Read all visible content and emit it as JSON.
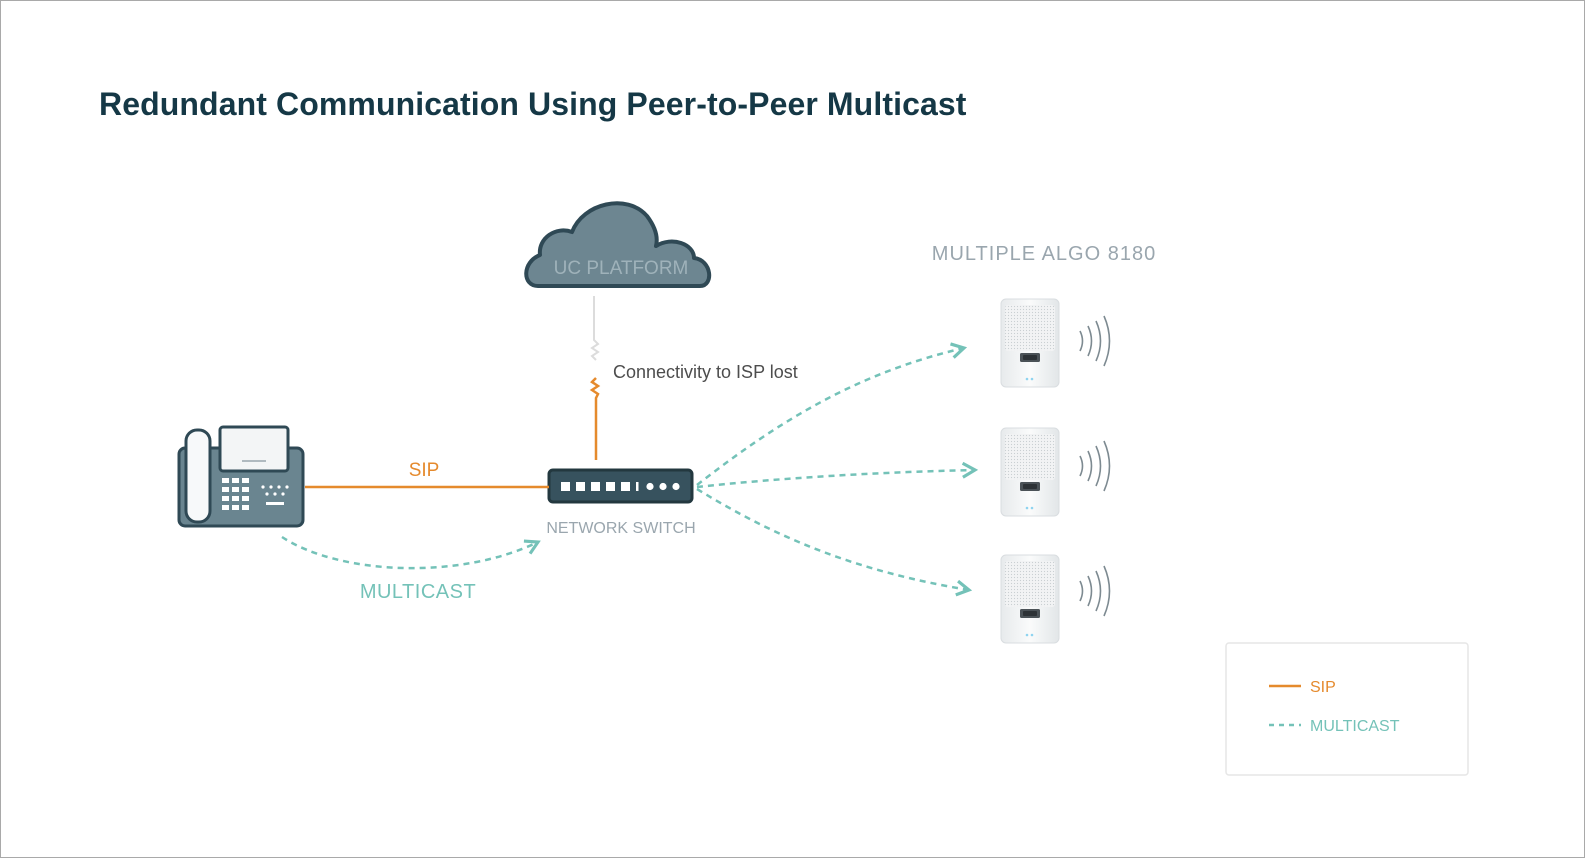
{
  "title": "Redundant Communication Using Peer-to-Peer Multicast",
  "colors": {
    "sip": "#e58a2d",
    "multicast": "#74c2b8",
    "dark": "#3b5864",
    "device_fill": "#6a8590",
    "grey_text": "#9aa6ae",
    "heading": "#153846"
  },
  "cloud": {
    "label": "UC PLATFORM"
  },
  "connection_note": "Connectivity to ISP lost",
  "switch": {
    "label": "NETWORK SWITCH"
  },
  "links": {
    "sip_label": "SIP",
    "multicast_label": "MULTICAST"
  },
  "speakers": {
    "heading": "MULTIPLE ALGO 8180",
    "count": 3
  },
  "legend": {
    "sip": "SIP",
    "multicast": "MULTICAST"
  }
}
